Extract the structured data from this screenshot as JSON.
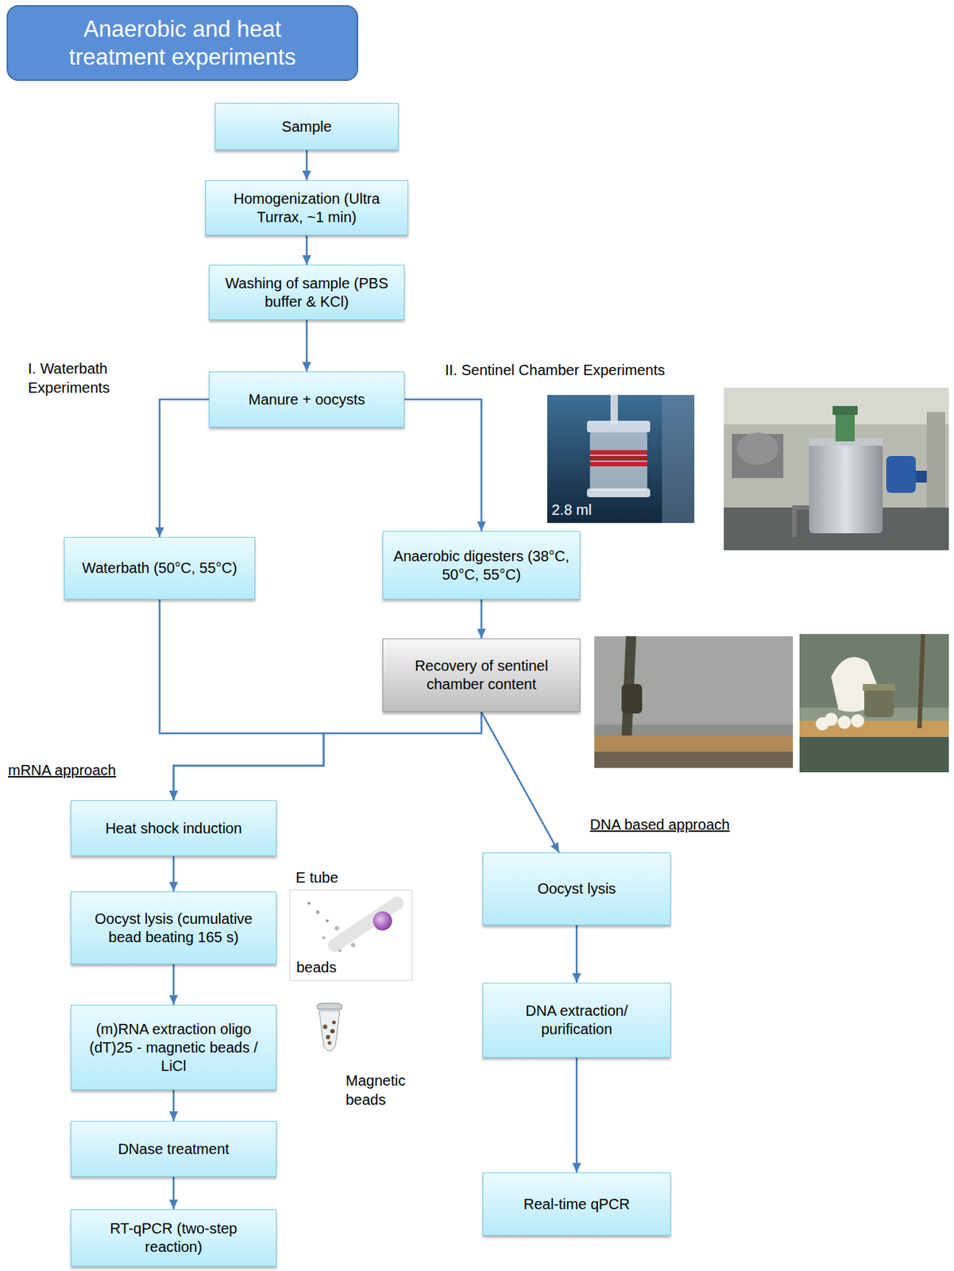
{
  "diagram": {
    "title": "Anaerobic and heat treatment experiments",
    "nodes": [
      {
        "text": [
          "Sample"
        ]
      },
      {
        "text": [
          "Homogenization (Ultra Turrax, ~1 min)"
        ]
      },
      {
        "text": [
          "Washing of sample (PBS buffer & KCl)"
        ]
      },
      {
        "text": [
          "Manure + oocysts"
        ]
      },
      {
        "text": [
          "Waterbath (50°C, 55°C)"
        ]
      },
      {
        "text": [
          "Anaerobic digesters (38°C, 50°C, 55°C)"
        ]
      },
      {
        "text": [
          "Recovery of sentinel chamber content"
        ]
      },
      {
        "text": [
          "Heat shock induction"
        ]
      },
      {
        "text": [
          "Oocyst lysis (cumulative bead beating 165 s)"
        ]
      },
      {
        "text": [
          "(m)RNA extraction oligo (dT)25 - magnetic beads / LiCl"
        ]
      },
      {
        "text": [
          "DNase treatment"
        ]
      },
      {
        "text": [
          "RT-qPCR (two-step reaction)"
        ]
      },
      {
        "text": [
          "Oocyst lysis"
        ]
      },
      {
        "text": [
          "DNA extraction/ purification"
        ]
      },
      {
        "text": [
          "Real-time qPCR"
        ]
      }
    ],
    "edges": [
      {
        "from": 0,
        "to": 1,
        "arrow": "to"
      },
      {
        "from": 1,
        "to": 2,
        "arrow": "to"
      },
      {
        "from": 2,
        "to": 3,
        "arrow": "to"
      },
      {
        "from": 3,
        "to": 4,
        "arrow": "to"
      },
      {
        "from": 3,
        "to": 5,
        "arrow": "to"
      },
      {
        "from": 5,
        "to": 6,
        "arrow": "to"
      },
      {
        "from": 4,
        "to": 7,
        "arrow": "to"
      },
      {
        "from": 6,
        "to": 7,
        "arrow": "to"
      },
      {
        "from": 6,
        "to": 12,
        "arrow": "to"
      },
      {
        "from": 7,
        "to": 8,
        "arrow": "to"
      },
      {
        "from": 8,
        "to": 9,
        "arrow": "to"
      },
      {
        "from": 9,
        "to": 10,
        "arrow": "to"
      },
      {
        "from": 10,
        "to": 11,
        "arrow": "to"
      },
      {
        "from": 12,
        "to": 13,
        "arrow": "to"
      },
      {
        "from": 13,
        "to": 14,
        "arrow": "to"
      }
    ],
    "labels": [
      "I. Waterbath Experiments",
      "II. Sentinel Chamber Experiments",
      "2.8 ml",
      "mRNA approach",
      "DNA based approach",
      "E tube",
      "beads",
      "Magnetic beads"
    ]
  }
}
